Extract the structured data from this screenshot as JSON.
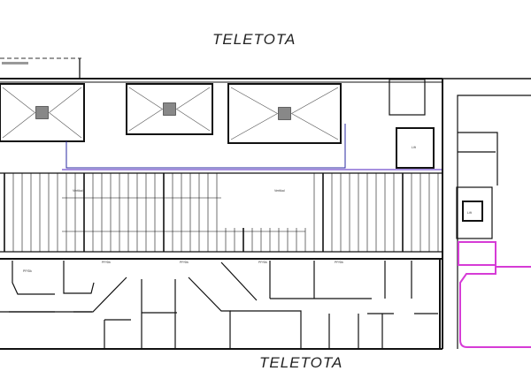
{
  "plan": {
    "title_top": "TELETOTA",
    "title_bottom": "TELETOTA",
    "accent_color": "#8a6bd6",
    "highlight_color": "#d63bd6",
    "room_labels": [
      "Vertikal",
      "Vertikal",
      "PP/Dk",
      "PP/Dk",
      "PP/Dk",
      "PP/Dk",
      "PP/Dk",
      "Lift",
      "Lift"
    ]
  }
}
